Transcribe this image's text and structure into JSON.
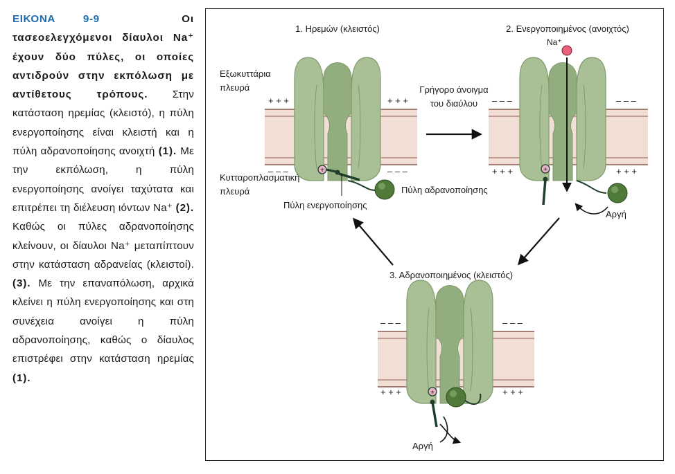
{
  "caption": {
    "figure_label": "ΕΙΚΟΝΑ 9-9",
    "bold_lead": "Οι τασεοελεγχόμενοι δίαυλοι Na⁺ έχουν δύο πύλες, οι οποίες αντιδρούν στην εκπόλωση με αντίθετους τρόπους.",
    "text_1": "Στην κατάσταση ηρεμίας (κλειστό), η πύλη ενεργοποίησης είναι κλειστή και η πύλη αδρανοποίησης ανοιχτή",
    "ref_1": "(1).",
    "text_2": "Με την εκπόλωση, η πύλη ενεργοποίησης ανοίγει ταχύτατα και επιτρέπει τη διέλευση ιόντων Na⁺",
    "ref_2": "(2).",
    "text_3": "Καθώς οι πύλες αδρανοποίησης κλείνουν, οι δίαυλοι Na⁺ μεταπίπτουν στην κατάσταση αδρανείας (κλειστοί).",
    "ref_3": "(3).",
    "text_4": "Με την επαναπόλωση, αρχικά κλείνει η πύλη ενεργοποίησης και στη συνέχεια ανοίγει η πύλη αδρανοποίησης, καθώς ο δίαυλος επιστρέφει στην κατάσταση ηρεμίας",
    "ref_4": "(1)."
  },
  "diagram": {
    "state_1_title": "1. Ηρεμών (κλειστός)",
    "state_2_title": "2. Ενεργοποιημένος (ανοιχτός)",
    "state_3_title": "3. Αδρανοποιημένος (κλειστός)",
    "extracellular_label_line1": "Εξωκυττάρια",
    "extracellular_label_line2": "πλευρά",
    "cytoplasmic_label_line1": "Κυτταροπλασματική",
    "cytoplasmic_label_line2": "πλευρά",
    "fast_opening_line1": "Γρήγορο άνοιγμα",
    "fast_opening_line2": "του διαύλου",
    "inactivation_gate_label": "Πύλη αδρανοποίησης",
    "activation_gate_label": "Πύλη ενεργοποίησης",
    "slow_label_state2": "Αργή",
    "slow_label_state3": "Αργή",
    "ion_label": "Na⁺",
    "charges": {
      "plus": "+ + +",
      "minus": "– – –"
    },
    "colors": {
      "channel_fill": "#a9bf95",
      "channel_dark": "#8aa676",
      "membrane_fill": "#f1dfd5",
      "membrane_line": "#8b5a4f",
      "gate_line": "#1e3f2b",
      "inactivation_ball": "#4f7a3a",
      "ion": "#e8607a",
      "figure_label": "#1f6bb0"
    }
  }
}
